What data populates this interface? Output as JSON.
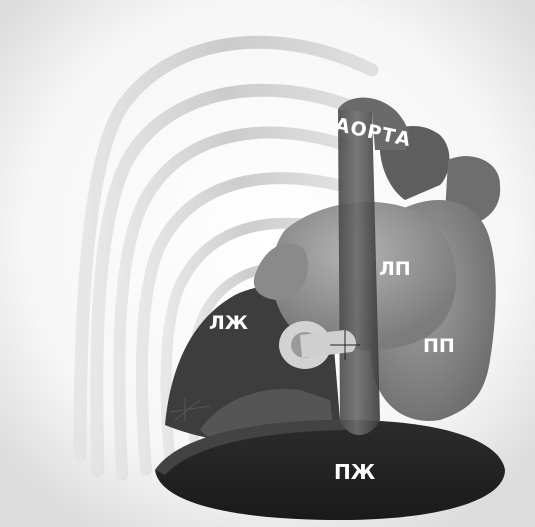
{
  "labels": {
    "aorta": "АОРТА",
    "left_atrium": "ЛП",
    "right_atrium": "ПП",
    "left_ventricle": "ЛЖ",
    "right_ventricle": "ПЖ"
  },
  "colors": {
    "background": "#ffffff",
    "label": "#ffffff",
    "heart_dark": "#3c3c3c",
    "heart_mid": "#7a7a7a",
    "heart_light": "#9a9a9a",
    "ribs": "#c8c8c8"
  }
}
